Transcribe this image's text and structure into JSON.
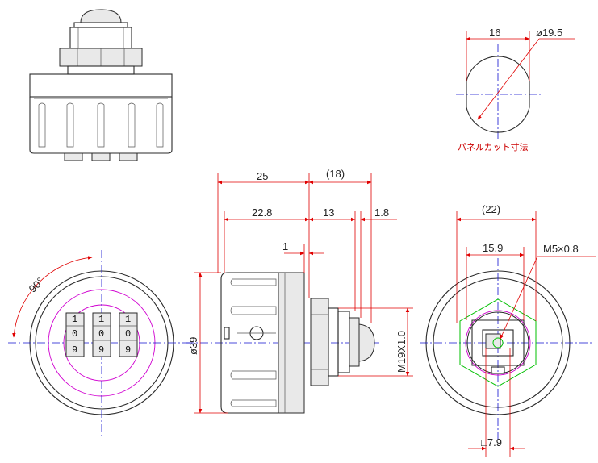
{
  "dims": {
    "panel_width": "16",
    "panel_dia": "ø19.5",
    "panel_cut_label": "パネルカット寸法",
    "len_25": "25",
    "len_18": "(18)",
    "len_22_8": "22.8",
    "len_13": "13",
    "len_1_8": "1.8",
    "len_1": "1",
    "dia_39": "ø39",
    "thread": "M19X1.0",
    "width_22": "(22)",
    "width_15_9": "15.9",
    "screw": "M5×0.8",
    "square": "□7.9",
    "angle": "90°"
  },
  "dial_digits": {
    "top": [
      "1",
      "1",
      "1"
    ],
    "middle": [
      "0",
      "0",
      "0"
    ],
    "bottom": [
      "9",
      "9",
      "9"
    ]
  },
  "colors": {
    "outline": "#2a2a2a",
    "dimension": "#e00000",
    "centerline": "#1010d0",
    "dial_circle": "#d000d0",
    "hex_nut": "#00c000"
  }
}
